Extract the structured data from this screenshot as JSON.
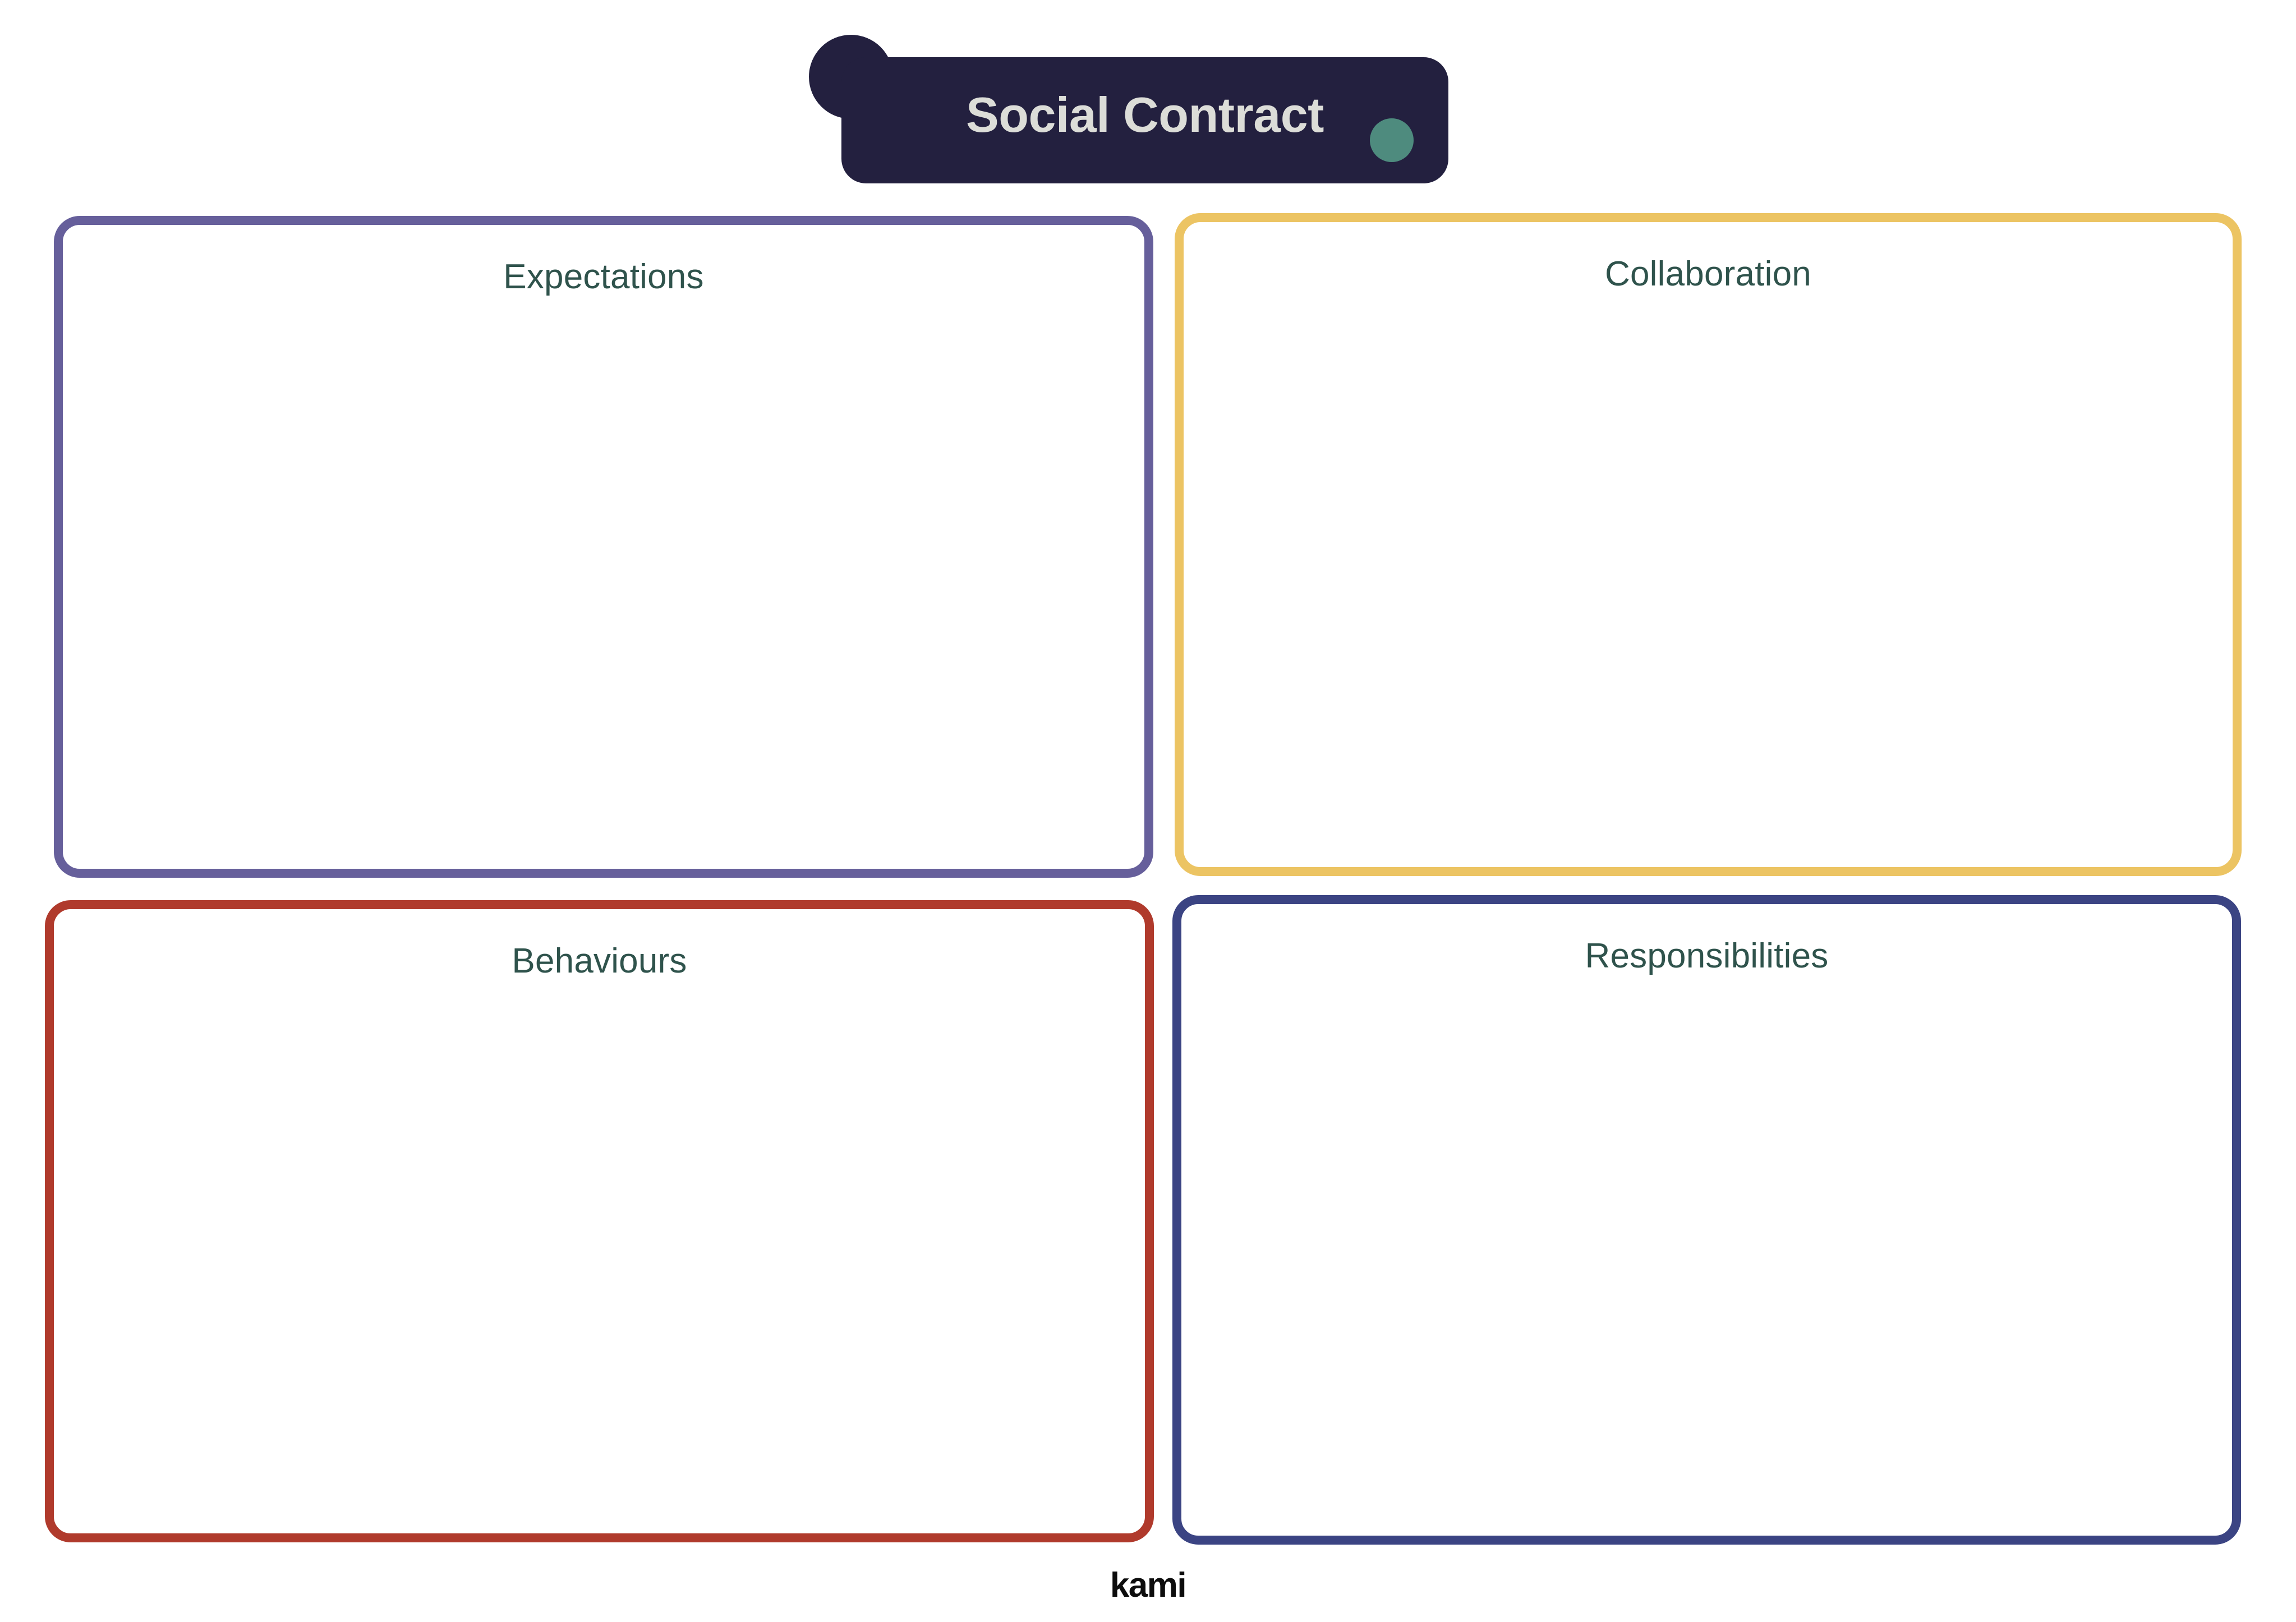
{
  "header": {
    "title": "Social Contract",
    "badge_color": "#23203f",
    "title_color": "#dcddd8",
    "accent_dot_color": "#4e8b7e",
    "tab_icon": "circle-tab-icon",
    "accent_icon": "accent-dot-icon"
  },
  "quadrants": [
    {
      "id": "expectations",
      "label": "Expectations",
      "border_color": "#665f9b",
      "position": "top-left",
      "content": ""
    },
    {
      "id": "collaboration",
      "label": "Collaboration",
      "border_color": "#ecc463",
      "position": "top-right",
      "content": ""
    },
    {
      "id": "behaviours",
      "label": "Behaviours",
      "border_color": "#b03a2c",
      "position": "bottom-left",
      "content": ""
    },
    {
      "id": "responsibilities",
      "label": "Responsibilities",
      "border_color": "#3b4483",
      "position": "bottom-right",
      "content": ""
    }
  ],
  "footer": {
    "logo_text": "kami",
    "logo_color": "#0d0d0d"
  },
  "theme": {
    "page_background": "#ffffff",
    "label_color": "#2f534c"
  }
}
